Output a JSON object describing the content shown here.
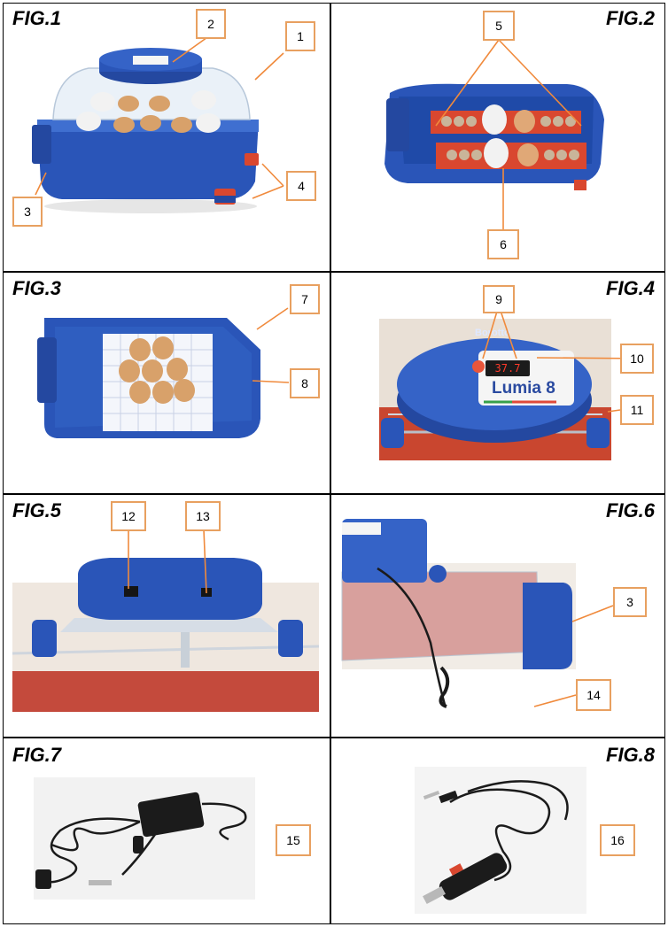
{
  "figures": {
    "fig1": "FIG.1",
    "fig2": "FIG.2",
    "fig3": "FIG.3",
    "fig4": "FIG.4",
    "fig5": "FIG.5",
    "fig6": "FIG.6",
    "fig7": "FIG.7",
    "fig8": "FIG.8"
  },
  "callouts": {
    "c1": "1",
    "c2": "2",
    "c3": "3",
    "c4": "4",
    "c5": "5",
    "c6": "6",
    "c7": "7",
    "c8": "8",
    "c9": "9",
    "c10": "10",
    "c11": "11",
    "c12": "12",
    "c13": "13",
    "c3b": "3",
    "c14": "14",
    "c15": "15",
    "c16": "16"
  },
  "device": {
    "brand": "Borotto",
    "product_name": "Lumia 8",
    "display_reading": "37.7"
  },
  "colors": {
    "incubator_blue": "#2a55b8",
    "callout_border": "#e8a060",
    "egg_tray_red": "#d9472f"
  }
}
